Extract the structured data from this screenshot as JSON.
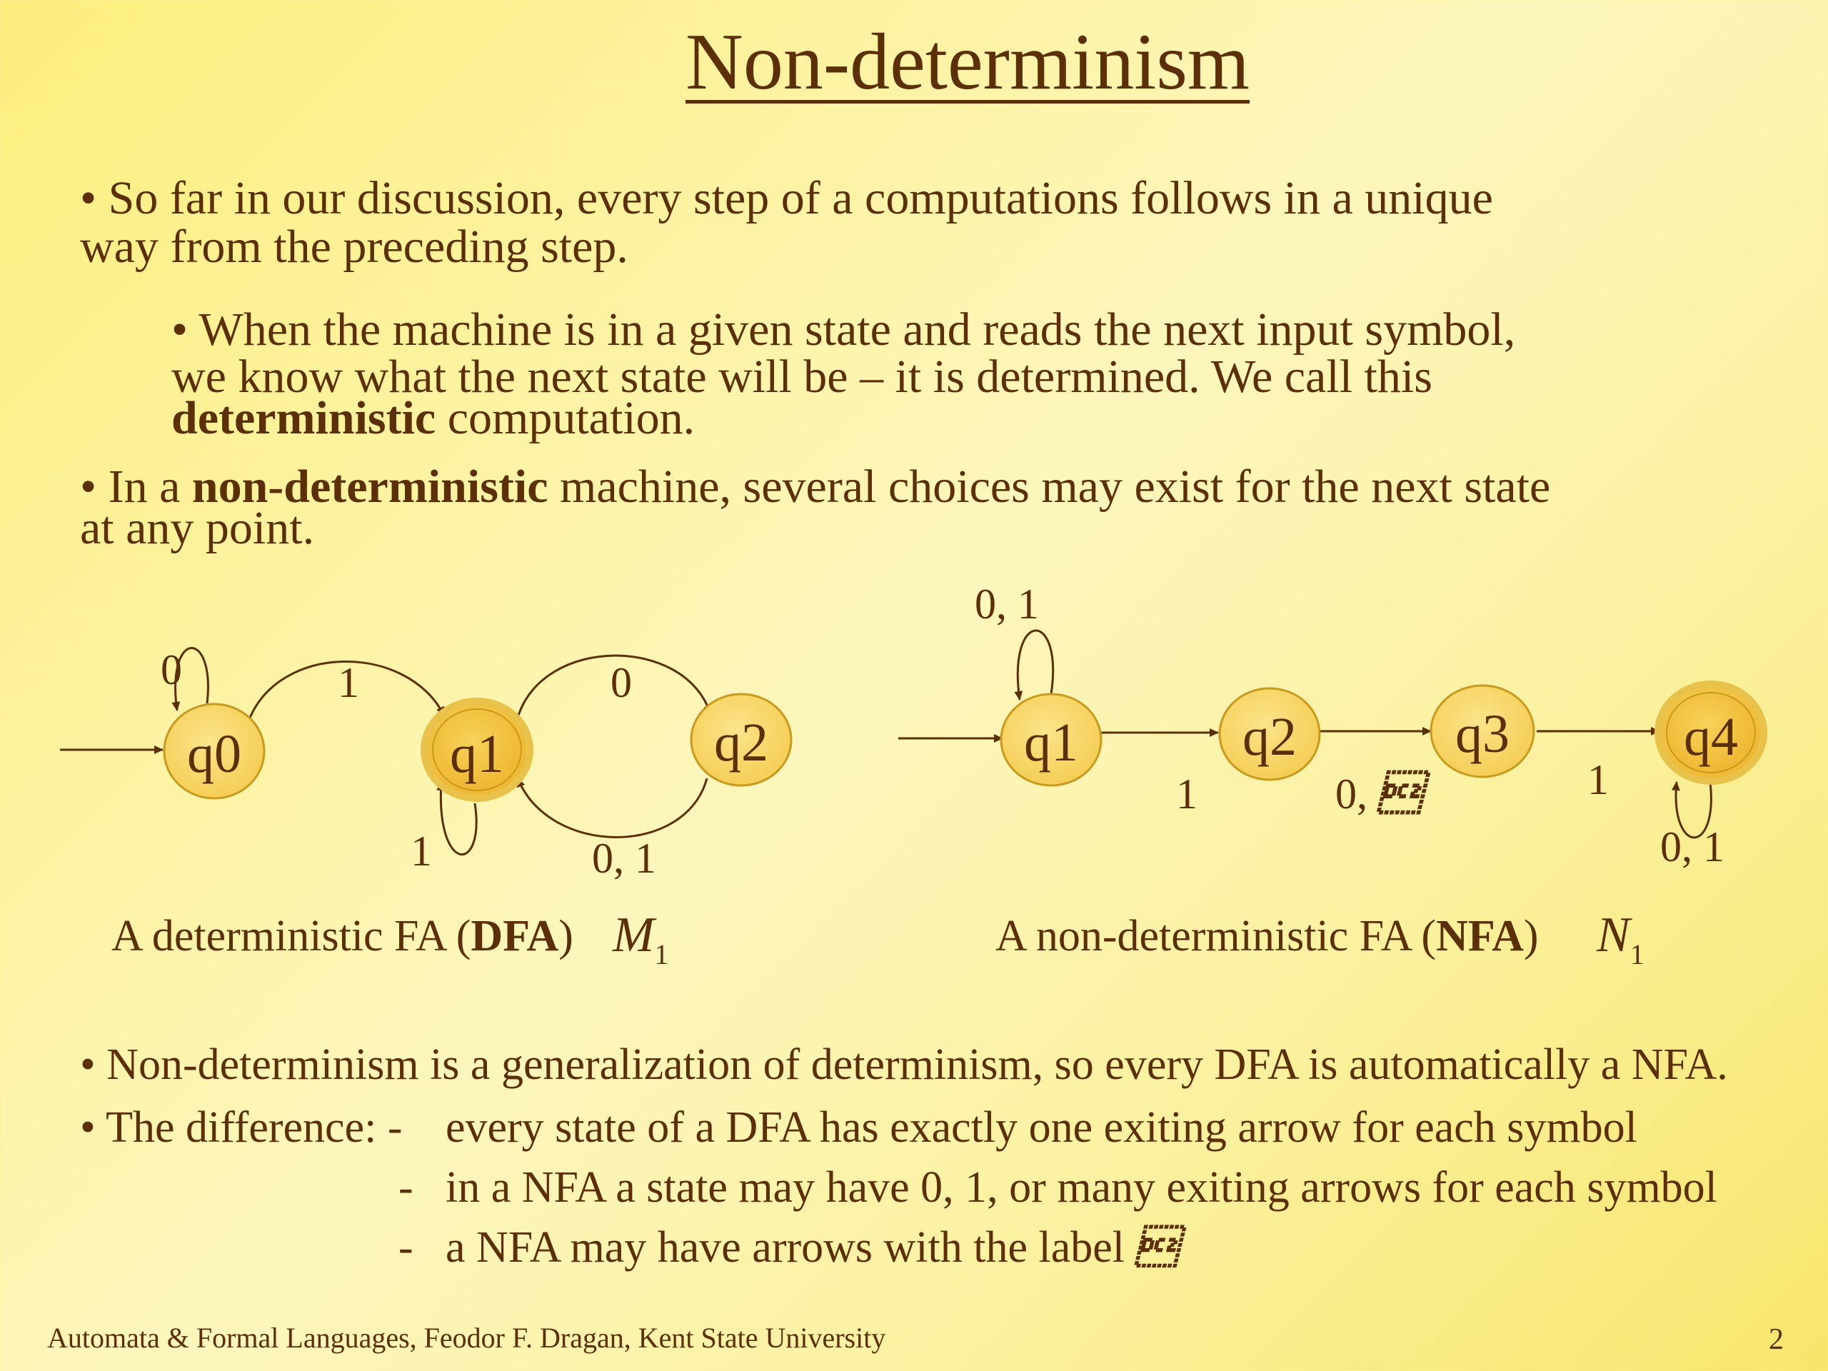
{
  "title": "Non-determinism",
  "bullets": {
    "b1_line1": "• So far in our discussion, every step of a computations follows in a unique",
    "b1_line2": "way from the preceding step.",
    "b2_line1": "• When the machine is in a given state and reads the next input symbol,",
    "b2_line2": "we know what the next state will be – it is determined. We call this",
    "b2_line3_bold": "deterministic",
    "b2_line3_rest": " computation.",
    "b3_pre": "• In a ",
    "b3_bold": "non-deterministic",
    "b3_post": " machine, several choices may exist for the next state",
    "b3_line2": "at any point."
  },
  "dfa": {
    "states": [
      "q0",
      "q1",
      "q2"
    ],
    "edge_labels": {
      "q0_loop": "0",
      "q0_q1": "1",
      "q1_loop": "1",
      "q1_q2": "0",
      "q2_q1": "0, 1"
    },
    "caption_pre": "A deterministic FA (",
    "caption_bold": "DFA",
    "caption_post": ")",
    "machine_name": "M",
    "machine_sub": "1"
  },
  "nfa": {
    "states": [
      "q1",
      "q2",
      "q3",
      "q4"
    ],
    "edge_labels": {
      "q1_loop": "0, 1",
      "q1_q2": "1",
      "q2_q3_pre": "0, ",
      "q2_q3_sym": "\u0012",
      "q3_q4": "1",
      "q4_loop": "0, 1"
    },
    "caption_pre": "A non-deterministic FA (",
    "caption_bold": "NFA",
    "caption_post": ")",
    "machine_name": "N",
    "machine_sub": "1"
  },
  "lower": {
    "b4": "• Non-determinism is a generalization of determinism, so every DFA is automatically a NFA.",
    "b5_lead": "• The difference: -",
    "b5_item1": "every state of a DFA has exactly one exiting arrow for each symbol",
    "dash2": "-",
    "b5_item2": "in a NFA a state may have 0, 1, or many exiting arrows for each symbol",
    "dash3": "-",
    "b5_item3_pre": "a NFA may have arrows with the label ",
    "b5_item3_sym": "\u0012"
  },
  "footer": "Automata & Formal Languages, Feodor F. Dragan, Kent State University",
  "page_number": "2",
  "colors": {
    "text": "#5b2f08",
    "state_fill": "#f8d460",
    "accept_fill": "#f4c23c",
    "state_stroke": "#c99a1e",
    "background_top": "#fcee7e"
  }
}
